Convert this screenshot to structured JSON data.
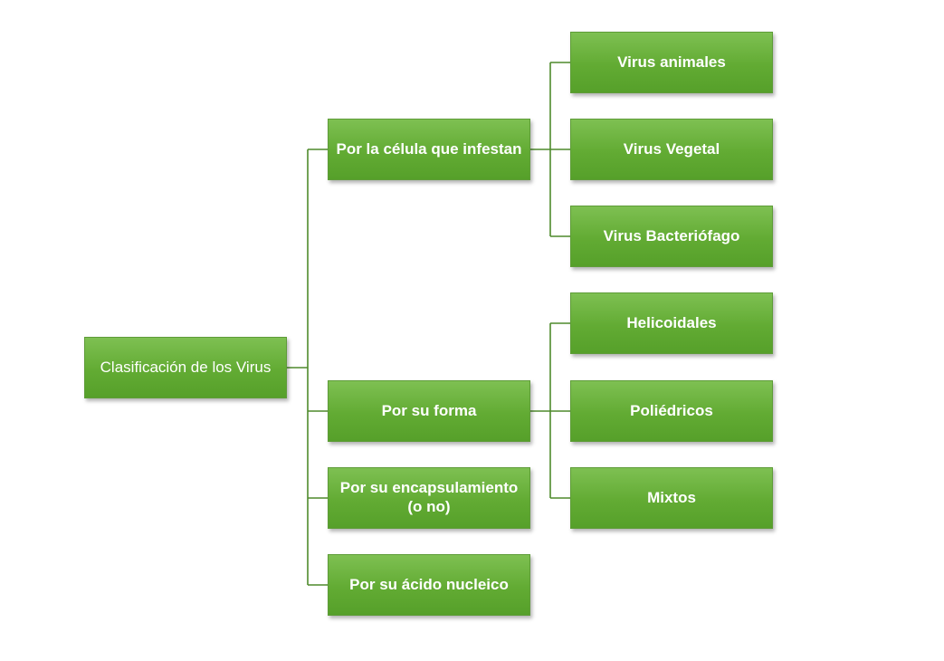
{
  "diagram": {
    "root": {
      "label": "Clasificación de los Virus"
    },
    "categories": [
      {
        "label": "Por la célula que infestan",
        "children": [
          "Virus animales",
          "Virus Vegetal",
          "Virus Bacteriófago"
        ]
      },
      {
        "label": "Por su forma",
        "children": [
          "Helicoidales",
          "Poliédricos",
          "Mixtos"
        ]
      },
      {
        "label": "Por su encapsulamiento (o no)",
        "children": []
      },
      {
        "label": "Por su ácido nucleico",
        "children": []
      }
    ],
    "colors": {
      "node_fill": "#62ab33",
      "node_text": "#ffffff",
      "connector": "#4e8a2c"
    }
  }
}
